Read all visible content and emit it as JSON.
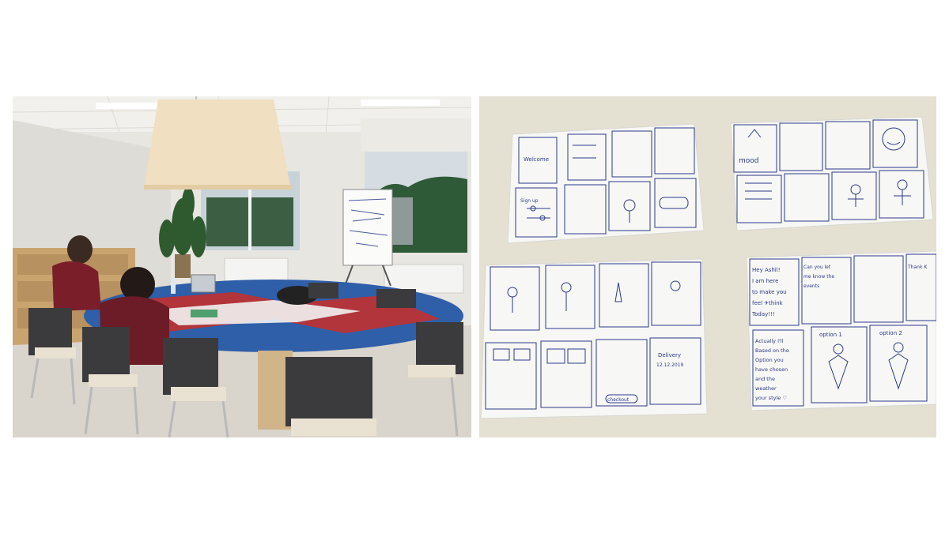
{
  "photos": [
    {
      "id": "meeting-room",
      "colors": {
        "wall": "#e8e6e1",
        "ceiling": "#f1f0ec",
        "lamp": "#f0dfc0",
        "table_blue": "#2f5fa8",
        "table_red": "#c0312f",
        "chair": "#3b3a3c",
        "floor": "#d9d4cc",
        "trees": "#2f5a37"
      }
    },
    {
      "id": "paper-prototypes",
      "colors": {
        "wall": "#e4e1d2",
        "paper": "#f7f7f5",
        "ink": "#2d3a8a"
      },
      "sketch_texts": {
        "hey": "Hey Ashil!",
        "here": "I am here",
        "make": "to make you",
        "feel": "feel ✈think",
        "today": "Today!!!",
        "can_you": "Can you let",
        "know": "me know the",
        "events": "events",
        "actually": "Actually I'll",
        "based": "Based on the",
        "option_you": "Option you",
        "chosen": "have chosen",
        "and": "and the",
        "weather": "weather",
        "style": "your style ♡",
        "option1": "option 1",
        "option2": "option 2",
        "delivery": "Delivery",
        "date": "12.12.2019",
        "thank": "Thank K",
        "checkout": "checkout",
        "mood": "mood",
        "welcome": "Welcome",
        "sign_up": "Sign up"
      }
    }
  ]
}
